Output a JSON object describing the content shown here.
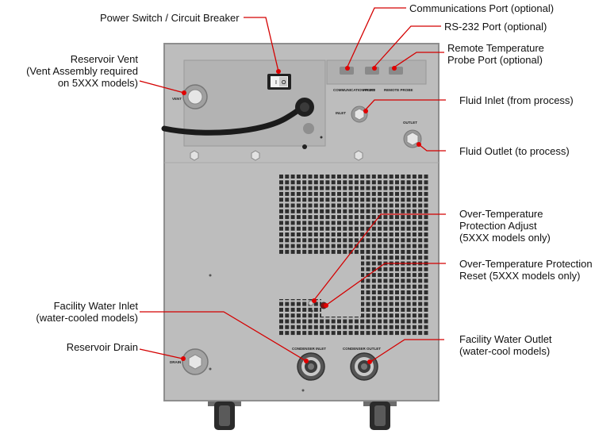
{
  "labels": {
    "power_switch": "Power Switch / Circuit Breaker",
    "comm_port": "Communications Port (optional)",
    "rs232_port": "RS-232 Port (optional)",
    "remote_probe_line1": "Remote Temperature",
    "remote_probe_line2": "Probe Port (optional)",
    "reservoir_vent_line1": "Reservoir Vent",
    "reservoir_vent_line2": "(Vent Assembly required",
    "reservoir_vent_line3": "on 5XXX models)",
    "fluid_inlet": "Fluid Inlet (from process)",
    "fluid_outlet": "Fluid Outlet (to process)",
    "ot_adjust_line1": "Over-Temperature",
    "ot_adjust_line2": "Protection Adjust",
    "ot_adjust_line3": "(5XXX models only)",
    "ot_reset_line1": "Over-Temperature Protection",
    "ot_reset_line2": "Reset (5XXX models only)",
    "facility_inlet_line1": "Facility Water Inlet",
    "facility_inlet_line2": "(water-cooled models)",
    "reservoir_drain": "Reservoir Drain",
    "facility_outlet_line1": "Facility Water Outlet",
    "facility_outlet_line2": "(water-cool models)"
  },
  "panel_text": {
    "vent": "VENT",
    "inlet": "INLET",
    "outlet": "OUTLET",
    "drain": "DRAIN",
    "communication_port": "COMMUNICATION PORT",
    "rs232": "RS-232",
    "remote_probe": "REMOTE PROBE",
    "condenser_inlet": "CONDENSER INLET",
    "condenser_outlet": "CONDENSER OUTLET",
    "switch_on": "I",
    "switch_off": "O"
  },
  "colors": {
    "panel": "#bdbdbd",
    "panel_edge": "#8e8e8e",
    "callout_line": "#d40000",
    "callout_dot": "#e00000"
  }
}
